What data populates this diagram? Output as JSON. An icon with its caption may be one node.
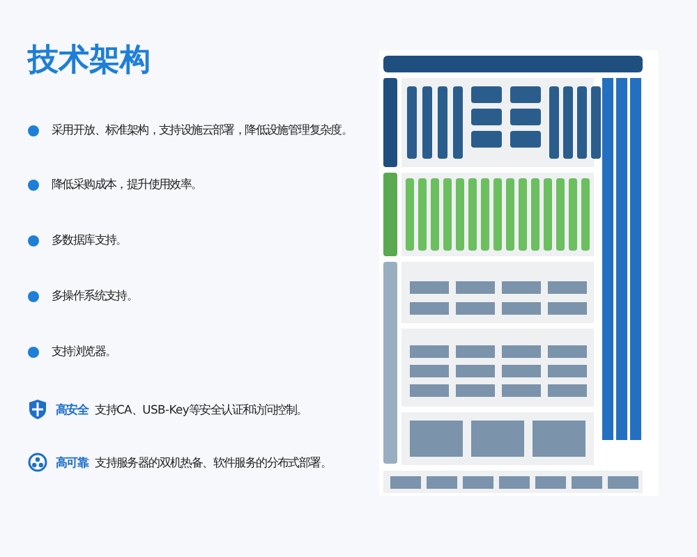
{
  "diagram": {
    "title": "技术架构",
    "labels": [
      "采用开放、标准架构，支持设施云部署，降低设施管理复杂度。",
      "降低采购成本，提升使用效率。",
      "多数据库支持。",
      "多操作系统支持。",
      "支持浏览器。",
      "高安全",
      "支持CA、USB-Key等安全认证和访问控制。",
      "高可靠",
      "支持服务器的双机热备、软件服务的分布式部署。"
    ]
  }
}
